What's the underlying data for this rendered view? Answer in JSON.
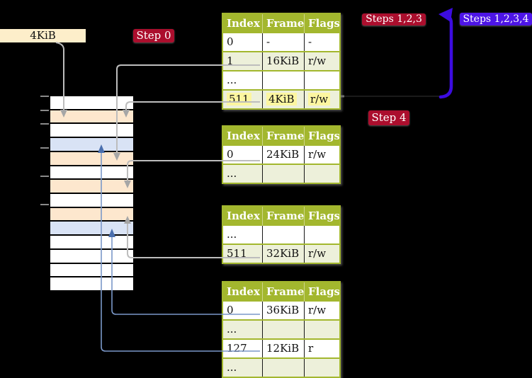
{
  "colors": {
    "background": "#000000",
    "label_crimson": "#ab0e2d",
    "label_purple": "#4d15e6",
    "arrow_blue": "#3c0ce0",
    "table_header_green": "#a3b72e",
    "table_row_alt": "#edf0da",
    "highlight_yellow": "#fcf6a0",
    "frame_page_table_peach": "#fde7ce",
    "frame_mapped_page_blue": "#d9e3f5",
    "connector_gray": "#bdbdbd",
    "connector_blue": "#7b98c9",
    "frame_label_box_cream": "#fdeeca"
  },
  "labels": {
    "frame_size": "4KiB",
    "step0": "Step 0",
    "steps123": "Steps 1,2,3",
    "steps1234": "Steps 1,2,3,4",
    "step4": "Step 4"
  },
  "page_tables": [
    {
      "headers": [
        "Index",
        "Frame",
        "Flags"
      ],
      "rows": [
        {
          "cells": [
            "0",
            "-",
            "-"
          ]
        },
        {
          "cells": [
            "1",
            "16KiB",
            "r/w"
          ]
        },
        {
          "cells": [
            "...",
            "",
            ""
          ]
        },
        {
          "cells": [
            "511",
            "4KiB",
            "r/w"
          ],
          "highlighted": true
        }
      ]
    },
    {
      "headers": [
        "Index",
        "Frame",
        "Flags"
      ],
      "rows": [
        {
          "cells": [
            "0",
            "24KiB",
            "r/w"
          ]
        },
        {
          "cells": [
            "...",
            "",
            ""
          ]
        }
      ]
    },
    {
      "headers": [
        "Index",
        "Frame",
        "Flags"
      ],
      "rows": [
        {
          "cells": [
            "...",
            "",
            ""
          ]
        },
        {
          "cells": [
            "511",
            "32KiB",
            "r/w"
          ]
        }
      ]
    },
    {
      "headers": [
        "Index",
        "Frame",
        "Flags"
      ],
      "rows": [
        {
          "cells": [
            "0",
            "36KiB",
            "r/w"
          ]
        },
        {
          "cells": [
            "...",
            "",
            ""
          ]
        },
        {
          "cells": [
            "127",
            "12KiB",
            "r"
          ]
        },
        {
          "cells": [
            "...",
            "",
            ""
          ]
        }
      ]
    }
  ],
  "memory_strip": {
    "rows": [
      {
        "kind": "free"
      },
      {
        "kind": "table"
      },
      {
        "kind": "free"
      },
      {
        "kind": "page"
      },
      {
        "kind": "table"
      },
      {
        "kind": "free"
      },
      {
        "kind": "table"
      },
      {
        "kind": "free"
      },
      {
        "kind": "table"
      },
      {
        "kind": "page"
      },
      {
        "kind": "free"
      },
      {
        "kind": "free"
      },
      {
        "kind": "free"
      },
      {
        "kind": "free"
      }
    ]
  }
}
